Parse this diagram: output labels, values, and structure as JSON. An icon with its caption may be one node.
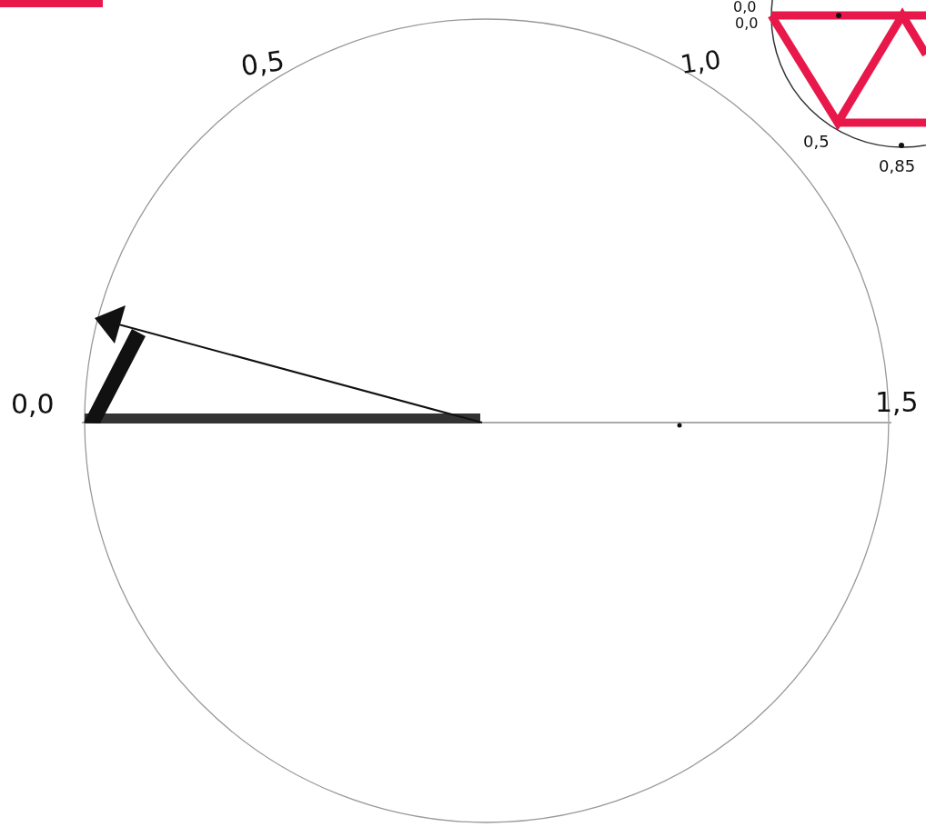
{
  "diagram": {
    "labels": [
      "0,5",
      "1,0",
      "0,0",
      "1,5",
      "0,0",
      "0,0",
      "0,5",
      "0,85"
    ]
  }
}
